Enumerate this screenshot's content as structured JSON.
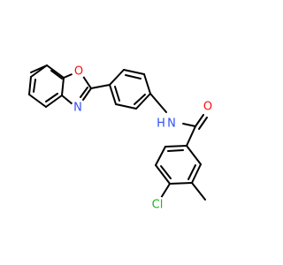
{
  "molecule": {
    "atoms": [
      {
        "id": "a1",
        "symbol": "O",
        "color": "#ff0d0d"
      },
      {
        "id": "a2",
        "symbol": "N",
        "color": "#3050f8"
      },
      {
        "id": "a3",
        "symbol": "N",
        "color": "#3050f8"
      },
      {
        "id": "a4",
        "symbol": "H",
        "color": "#3050f8"
      },
      {
        "id": "a5",
        "symbol": "O",
        "color": "#ff0d0d"
      },
      {
        "id": "a6",
        "symbol": "Cl",
        "color": "#1fb31f"
      }
    ]
  }
}
